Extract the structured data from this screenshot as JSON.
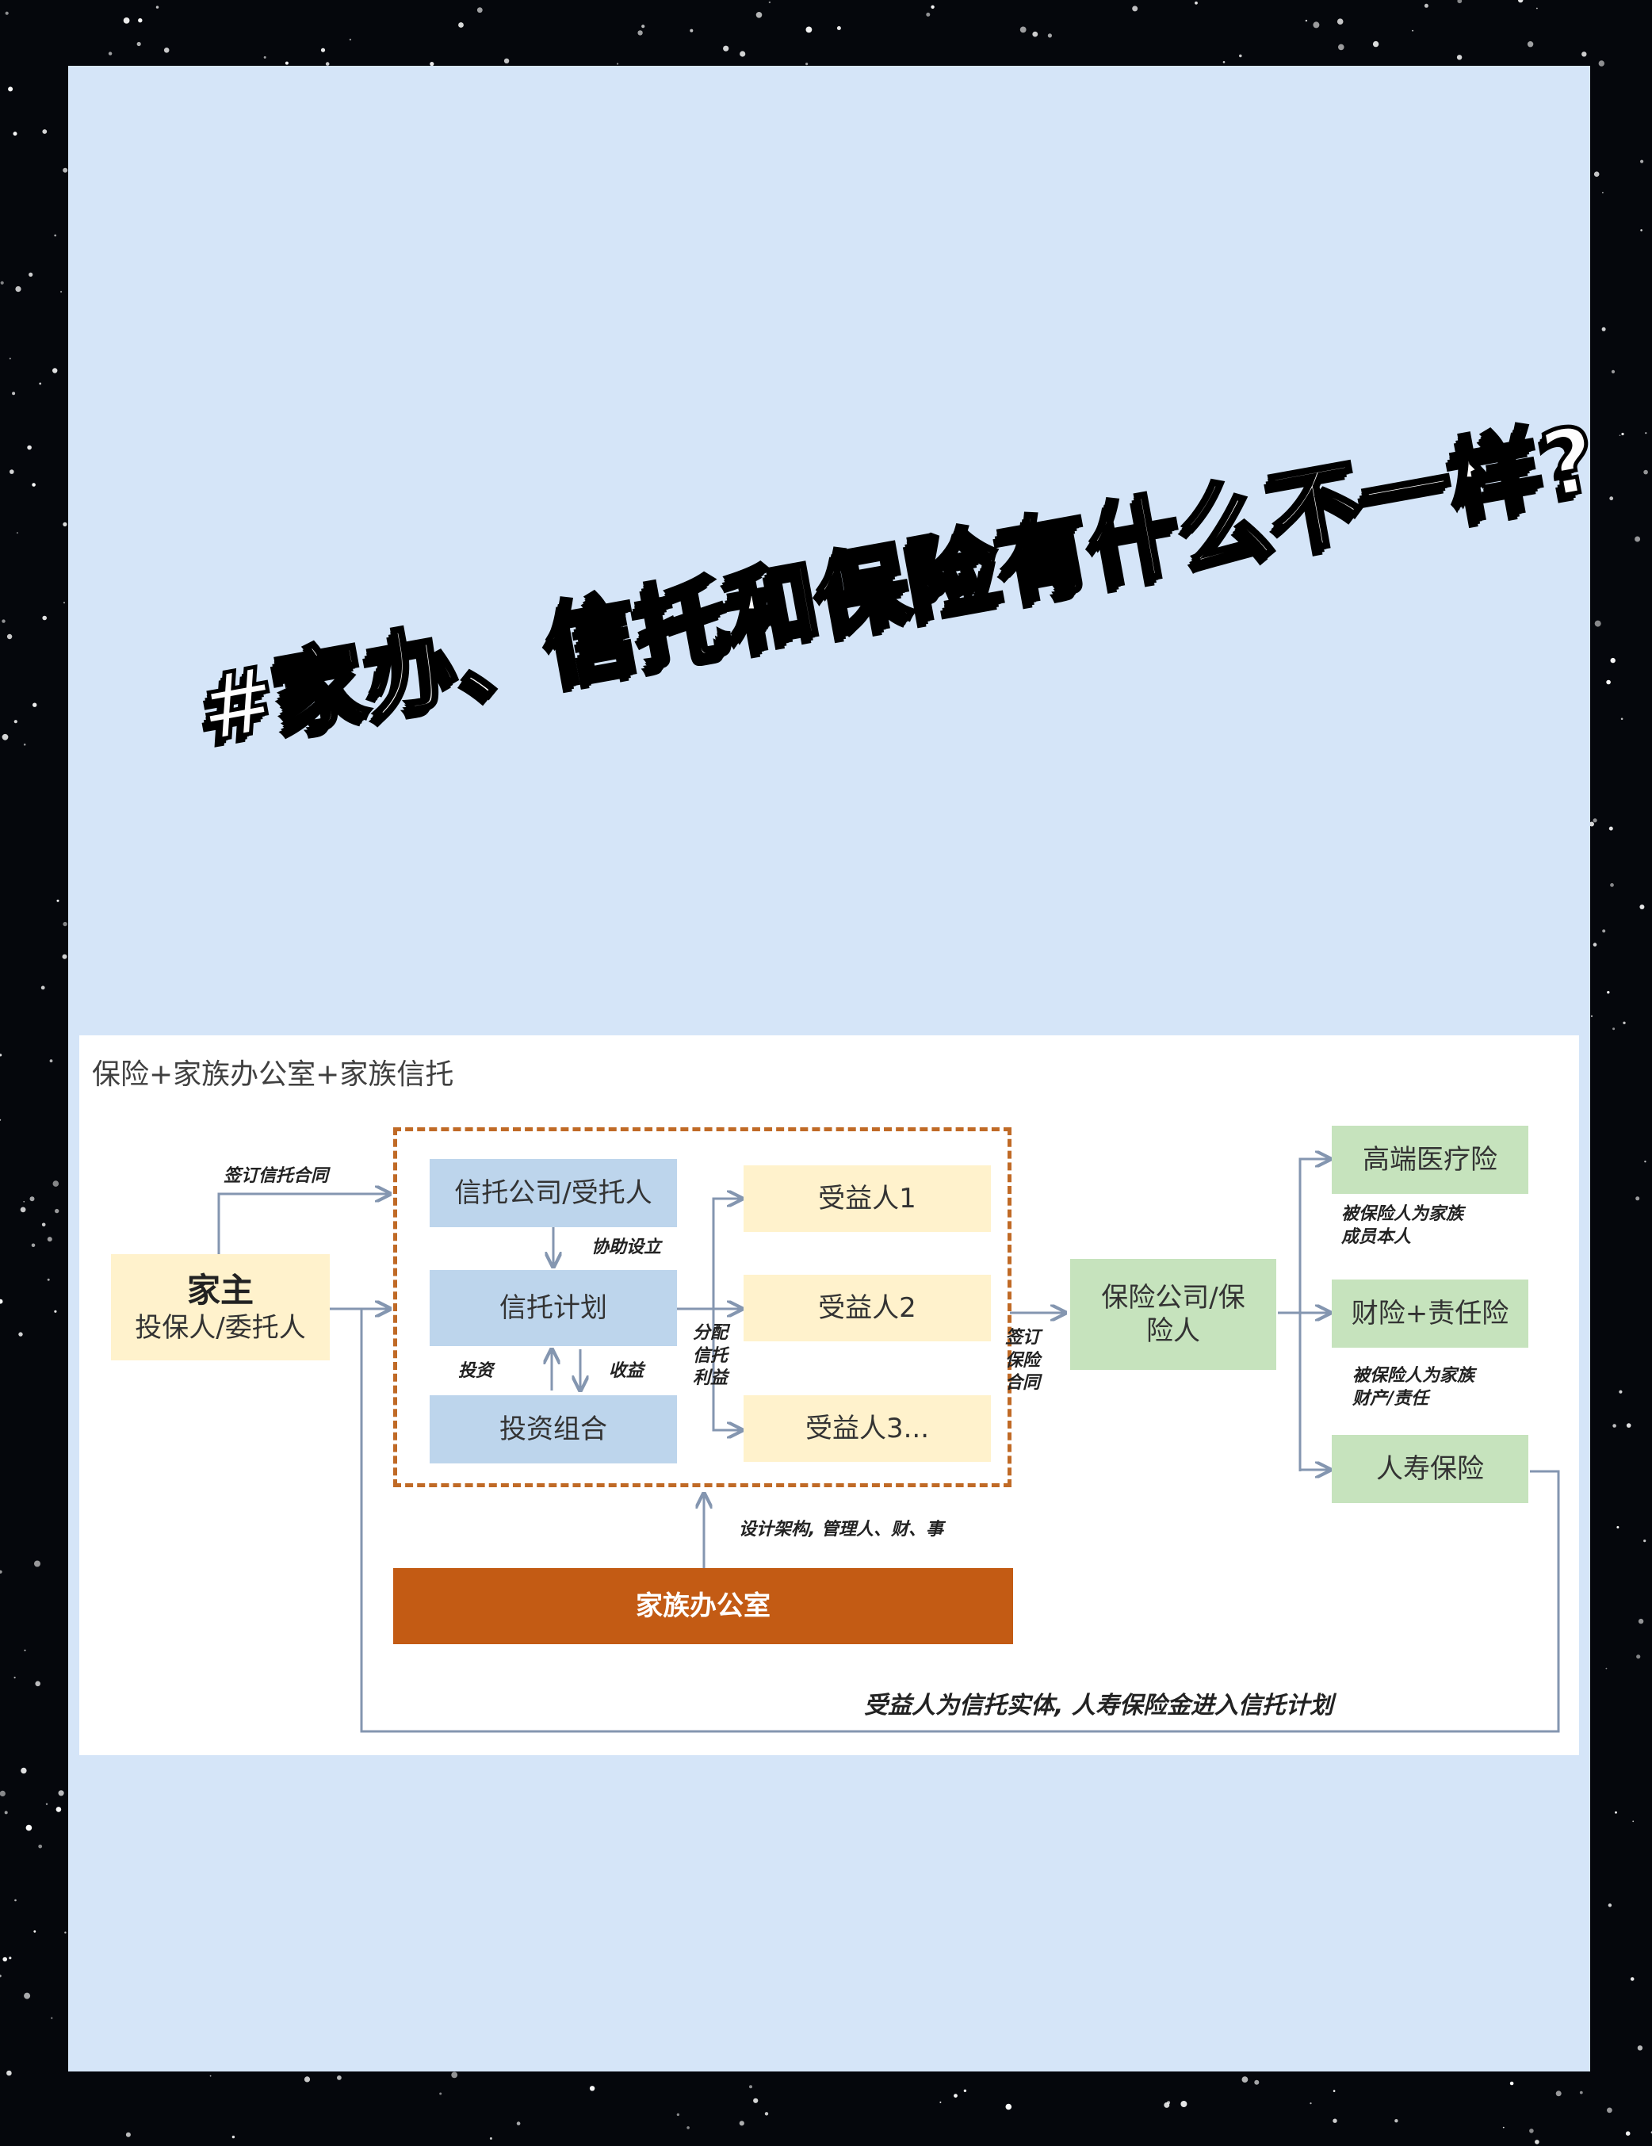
{
  "headline": "#家办、信托和保险有什么不一样?",
  "diagram": {
    "title": "保险+家族办公室+家族信托",
    "owner": {
      "main": "家主",
      "sub": "投保人/委托人"
    },
    "trust_company": "信托公司/受托人",
    "trust_plan": "信托计划",
    "portfolio": "投资组合",
    "beneficiaries": [
      "受益人1",
      "受益人2",
      "受益人3..."
    ],
    "insurer": "保险公司/保险人",
    "family_office": "家族办公室",
    "products": [
      "高端医疗险",
      "财险+责任险",
      "人寿保险"
    ],
    "notes": {
      "sign_trust": "签订信托合同",
      "assist_setup": "协助设立",
      "invest": "投资",
      "income": "收益",
      "distribute": [
        "分配",
        "信托",
        "利益"
      ],
      "sign_insurance": [
        "签订",
        "保险",
        "合同"
      ],
      "design": "设计架构, 管理人、财、事",
      "insured_family": [
        "被保险人为家族",
        "成员本人"
      ],
      "insured_assets": [
        "被保险人为家族",
        "财产/责任"
      ],
      "bottom": "受益人为信托实体, 人寿保险金进入信托计划"
    }
  },
  "colors": {
    "panel": "#d5e5f8",
    "blue_box": "#bdd5ec",
    "yellow_box": "#fff2cc",
    "green_box": "#c6e3bd",
    "family_office": "#c35b14",
    "dashed_border": "#c06a26",
    "connector": "#8496b0"
  }
}
